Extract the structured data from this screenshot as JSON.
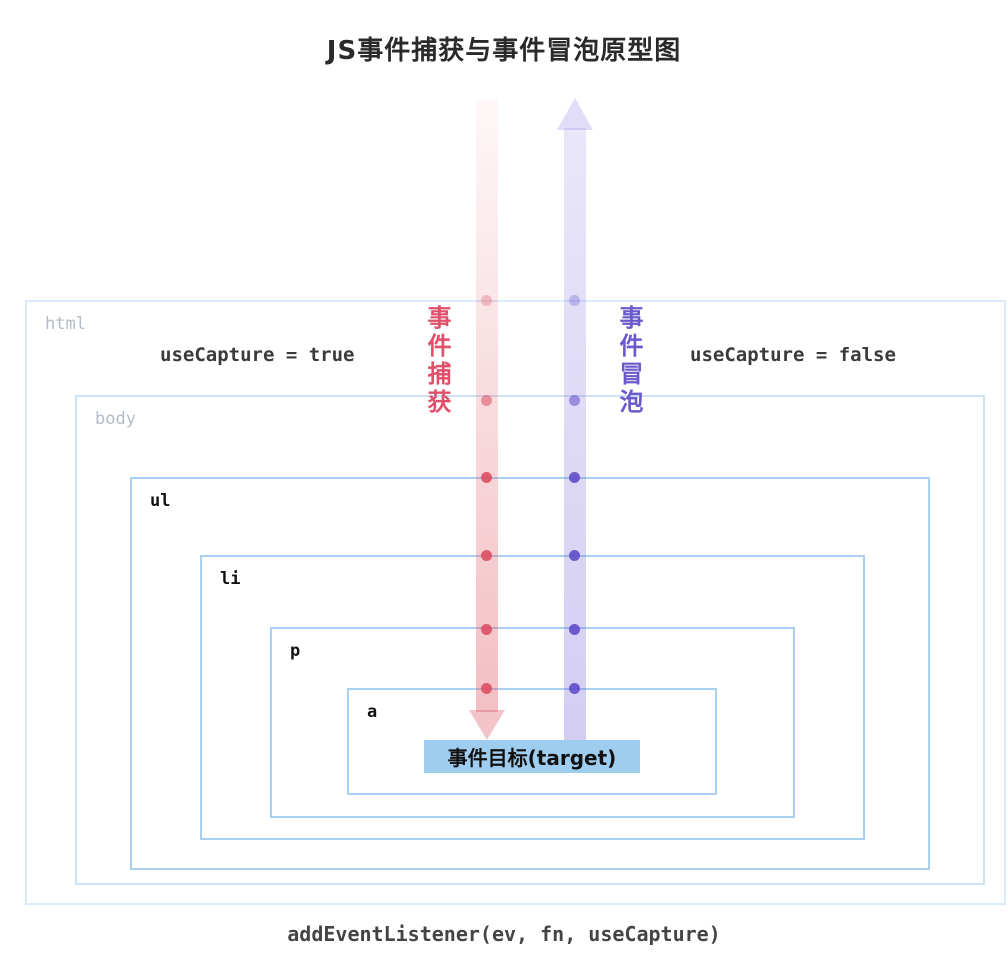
{
  "title": "JS事件捕获与事件冒泡原型图",
  "labels": {
    "use_capture_true": "useCapture = true",
    "use_capture_false": "useCapture = false",
    "capture_vertical": "事件捕获",
    "bubble_vertical": "事件冒泡",
    "target": "事件目标(target)",
    "footer": "addEventListener(ev, fn, useCapture)"
  },
  "dom_nodes": [
    {
      "tag": "html"
    },
    {
      "tag": "body"
    },
    {
      "tag": "ul"
    },
    {
      "tag": "li"
    },
    {
      "tag": "p"
    },
    {
      "tag": "a"
    }
  ],
  "colors": {
    "capture_accent": "#e0506a",
    "bubble_accent": "#6a5acd",
    "box_border": "#a9d0f0",
    "target_background": "#9fcdf0"
  }
}
